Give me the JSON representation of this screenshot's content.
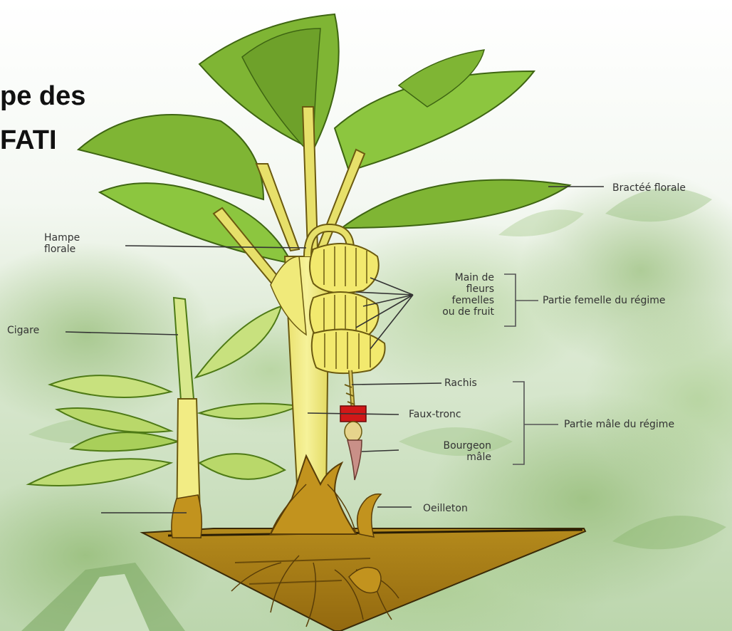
{
  "heading": {
    "line1": "pe des",
    "line2": "FATI"
  },
  "labels": {
    "bractee_florale": "Bractéé florale",
    "hampe_florale": "Hampe\nflorale",
    "main_de_fleurs": "Main de\nfleurs\nfemelles\nou de fruit",
    "partie_femelle": "Partie femelle du régime",
    "cigare": "Cigare",
    "rachis": "Rachis",
    "faux_tronc": "Faux-tronc",
    "partie_male": "Partie mâle du régime",
    "bourgeon_male": "Bourgeon\nmâle",
    "oeilleton": "Oeilleton"
  },
  "colors": {
    "leaf_dark": "#6ea12a",
    "leaf_mid": "#8cc63f",
    "leaf_light": "#b5d96a",
    "stem_yellow": "#f0ea7a",
    "soil": "#a87d14",
    "root": "#c2931e",
    "bud_red": "#d01818",
    "bud_mauve": "#c99088"
  }
}
